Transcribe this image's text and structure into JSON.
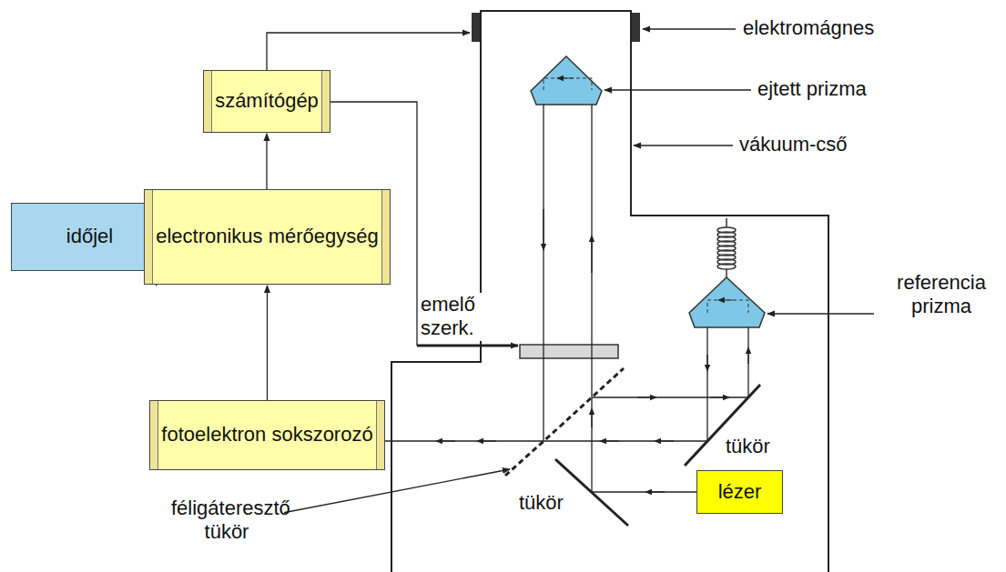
{
  "diagram": {
    "nodes": [
      {
        "text": [
          "számítógép"
        ]
      },
      {
        "text": [
          "időjel"
        ]
      },
      {
        "text": [
          "electronikus mérőegység"
        ]
      },
      {
        "text": [
          "fotoelektron sokszorozó"
        ]
      },
      {
        "text": [
          "lézer"
        ]
      }
    ],
    "edges": [
      {
        "from": 1,
        "to": 2,
        "arrow": "to"
      },
      {
        "from": 3,
        "to": 2,
        "arrow": "to"
      },
      {
        "from": 2,
        "to": 0,
        "arrow": "to"
      }
    ],
    "labels": [
      "elektromágnes",
      "ejtett prizma",
      "vákuum-cső",
      "referencia prizma",
      "emelő szerk.",
      "tükör",
      "tükör",
      "féligáteresztő tükör"
    ]
  }
}
